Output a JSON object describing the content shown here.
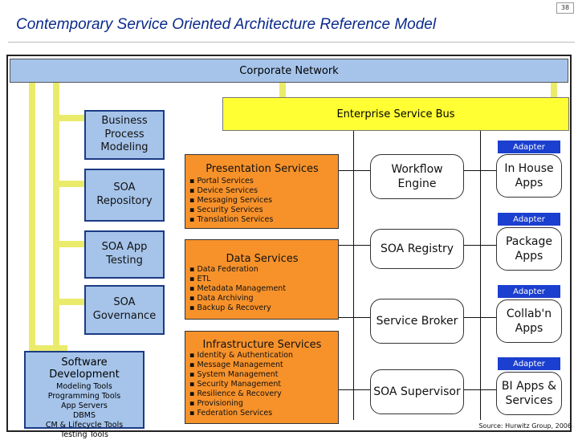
{
  "header": {
    "title": "Contemporary Service Oriented Architecture Reference Model",
    "page_number": "38"
  },
  "network": {
    "label": "Corporate Network"
  },
  "esb": {
    "label": "Enterprise Service Bus"
  },
  "left_boxes": {
    "business_process": "Business Process Modeling",
    "soa_repository": "SOA Repository",
    "soa_testing": "SOA App Testing",
    "soa_governance": "SOA Governance"
  },
  "software_dev": {
    "title": "Software Development",
    "items": [
      "Modeling Tools",
      "Programming Tools",
      "App Servers",
      "DBMS",
      "CM & Lifecycle Tools",
      "Testing Tools"
    ]
  },
  "presentation": {
    "title": "Presentation Services",
    "items": [
      "Portal Services",
      "Device Services",
      "Messaging Services",
      "Security Services",
      "Translation Services"
    ]
  },
  "data_services": {
    "title": "Data Services",
    "items": [
      "Data Federation",
      "ETL",
      "Metadata Management",
      "Data Archiving",
      "Backup & Recovery"
    ]
  },
  "infrastructure": {
    "title": "Infrastructure Services",
    "items": [
      "Identity & Authentication",
      "Message Management",
      "System Management",
      "Security Management",
      "Resilience & Recovery",
      "Provisioning",
      "Federation Services"
    ]
  },
  "middle": {
    "workflow": "Workflow Engine",
    "registry": "SOA Registry",
    "broker": "Service Broker",
    "supervisor": "SOA Supervisor"
  },
  "right": {
    "adapter_label": "Adapter",
    "in_house": "In House Apps",
    "package": "Package Apps",
    "collab": "Collab'n Apps",
    "bi": "BI Apps & Services"
  },
  "source": "Source: Hurwitz Group, 2006",
  "colors": {
    "bus": "#eaeb6a",
    "esb": "#ffff33",
    "blue_box": "#a6c4ea",
    "orange": "#f7922b",
    "adapter": "#1b3fcf"
  }
}
